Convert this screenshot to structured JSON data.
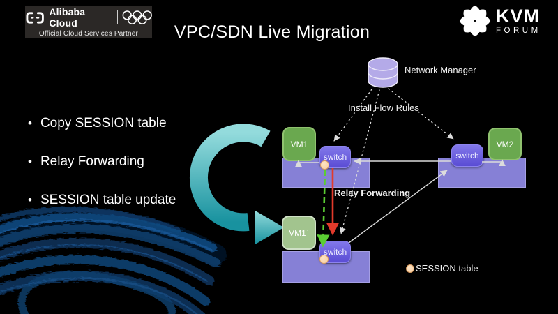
{
  "slide": {
    "title": "VPC/SDN Live Migration"
  },
  "badges": {
    "alibaba": {
      "brand": "Alibaba Cloud",
      "tagline": "Official Cloud Services Partner"
    },
    "kvm": {
      "name": "KVM",
      "sub": "FORUM"
    }
  },
  "bullets": [
    "Copy SESSION table",
    "Relay Forwarding",
    "SESSION table update"
  ],
  "diagram": {
    "network_manager": "Network Manager",
    "install_flow_rules": "Install Flow Rules",
    "relay_forwarding": "Relay Forwarding",
    "legend_label": "SESSION table",
    "vm1": "VM1",
    "vm2": "VM2",
    "vm1_migrated": "VM1`",
    "switch": "switch"
  },
  "colors": {
    "c-host": "#8680d6",
    "c-sw-top": "#8278ea",
    "c-sw-bot": "#5a4cd4",
    "c-vm-green": "#6aa84f",
    "c-vm-pale": "#a2c48e",
    "c-cylinder": "#b4aae8",
    "c-teal-start": "#93dbdc",
    "c-teal-end": "#18929f",
    "c-session": "#f7cda1",
    "c-red": "#e23a2b",
    "c-green": "#5bcd33",
    "c-line": "#dcdcdc",
    "c-fiber": "#12497f"
  }
}
